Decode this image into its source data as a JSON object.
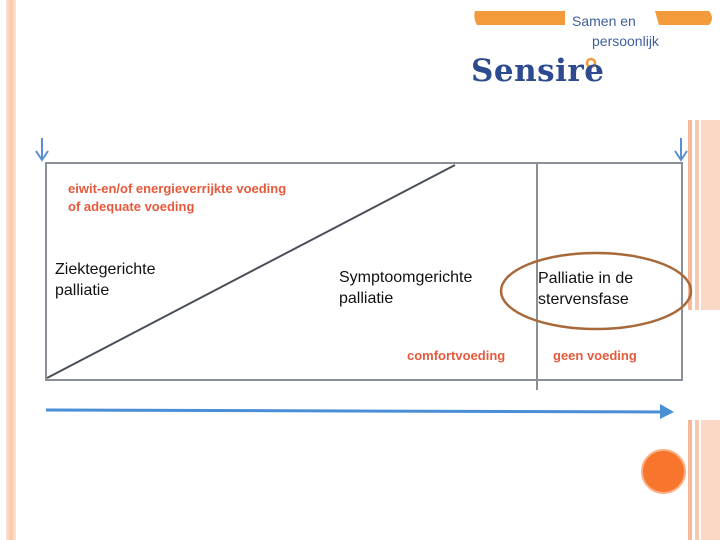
{
  "logo": {
    "tagline_line1": "Samen en",
    "tagline_line2": "persoonlijk",
    "wordmark": "Sensire"
  },
  "diagram": {
    "top_label_line1": "eiwit-en/of energieverrijkte voeding",
    "top_label_line2": "of adequate voeding",
    "phases": [
      {
        "label": "Ziektegerichte\n palliatie"
      },
      {
        "label": "Symptoomgerichte\npalliatie"
      },
      {
        "label": "Palliatie in de\n stervensfase"
      }
    ],
    "nutrition_labels": [
      "comfortvoeding",
      "geen voeding"
    ]
  },
  "colors": {
    "accent_red": "#e65a3c",
    "timeline_blue": "#4a8fd6",
    "highlight_oval": "#a86a3a",
    "logo_orange": "#f39a3b",
    "logo_blue": "#2d4b8e"
  }
}
